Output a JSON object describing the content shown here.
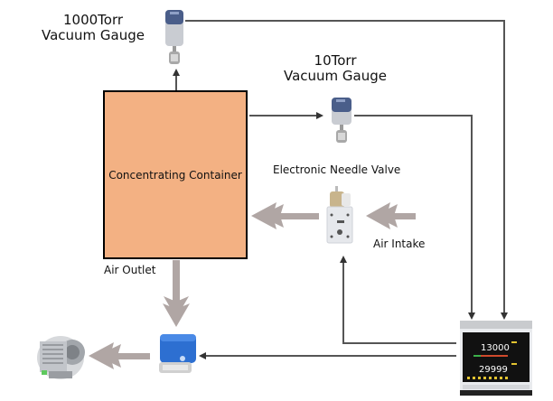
{
  "labels": {
    "gauge_1000": [
      "1000Torr",
      "Vacuum Gauge"
    ],
    "gauge_10": [
      "10Torr",
      "Vacuum Gauge"
    ],
    "needle_valve": "Electronic Needle Valve",
    "air_intake": "Air Intake",
    "air_outlet": "Air Outlet",
    "container": "Concentrating Container"
  },
  "controller": {
    "reading_top": "13000",
    "reading_bottom": "29999"
  },
  "colors": {
    "container_fill": "#f3b183",
    "flow_arrow": "#b0a6a4",
    "signal_line": "#555555",
    "gauge_cap": "#4a5e8a",
    "valve_blue": "#2d6fd1"
  }
}
